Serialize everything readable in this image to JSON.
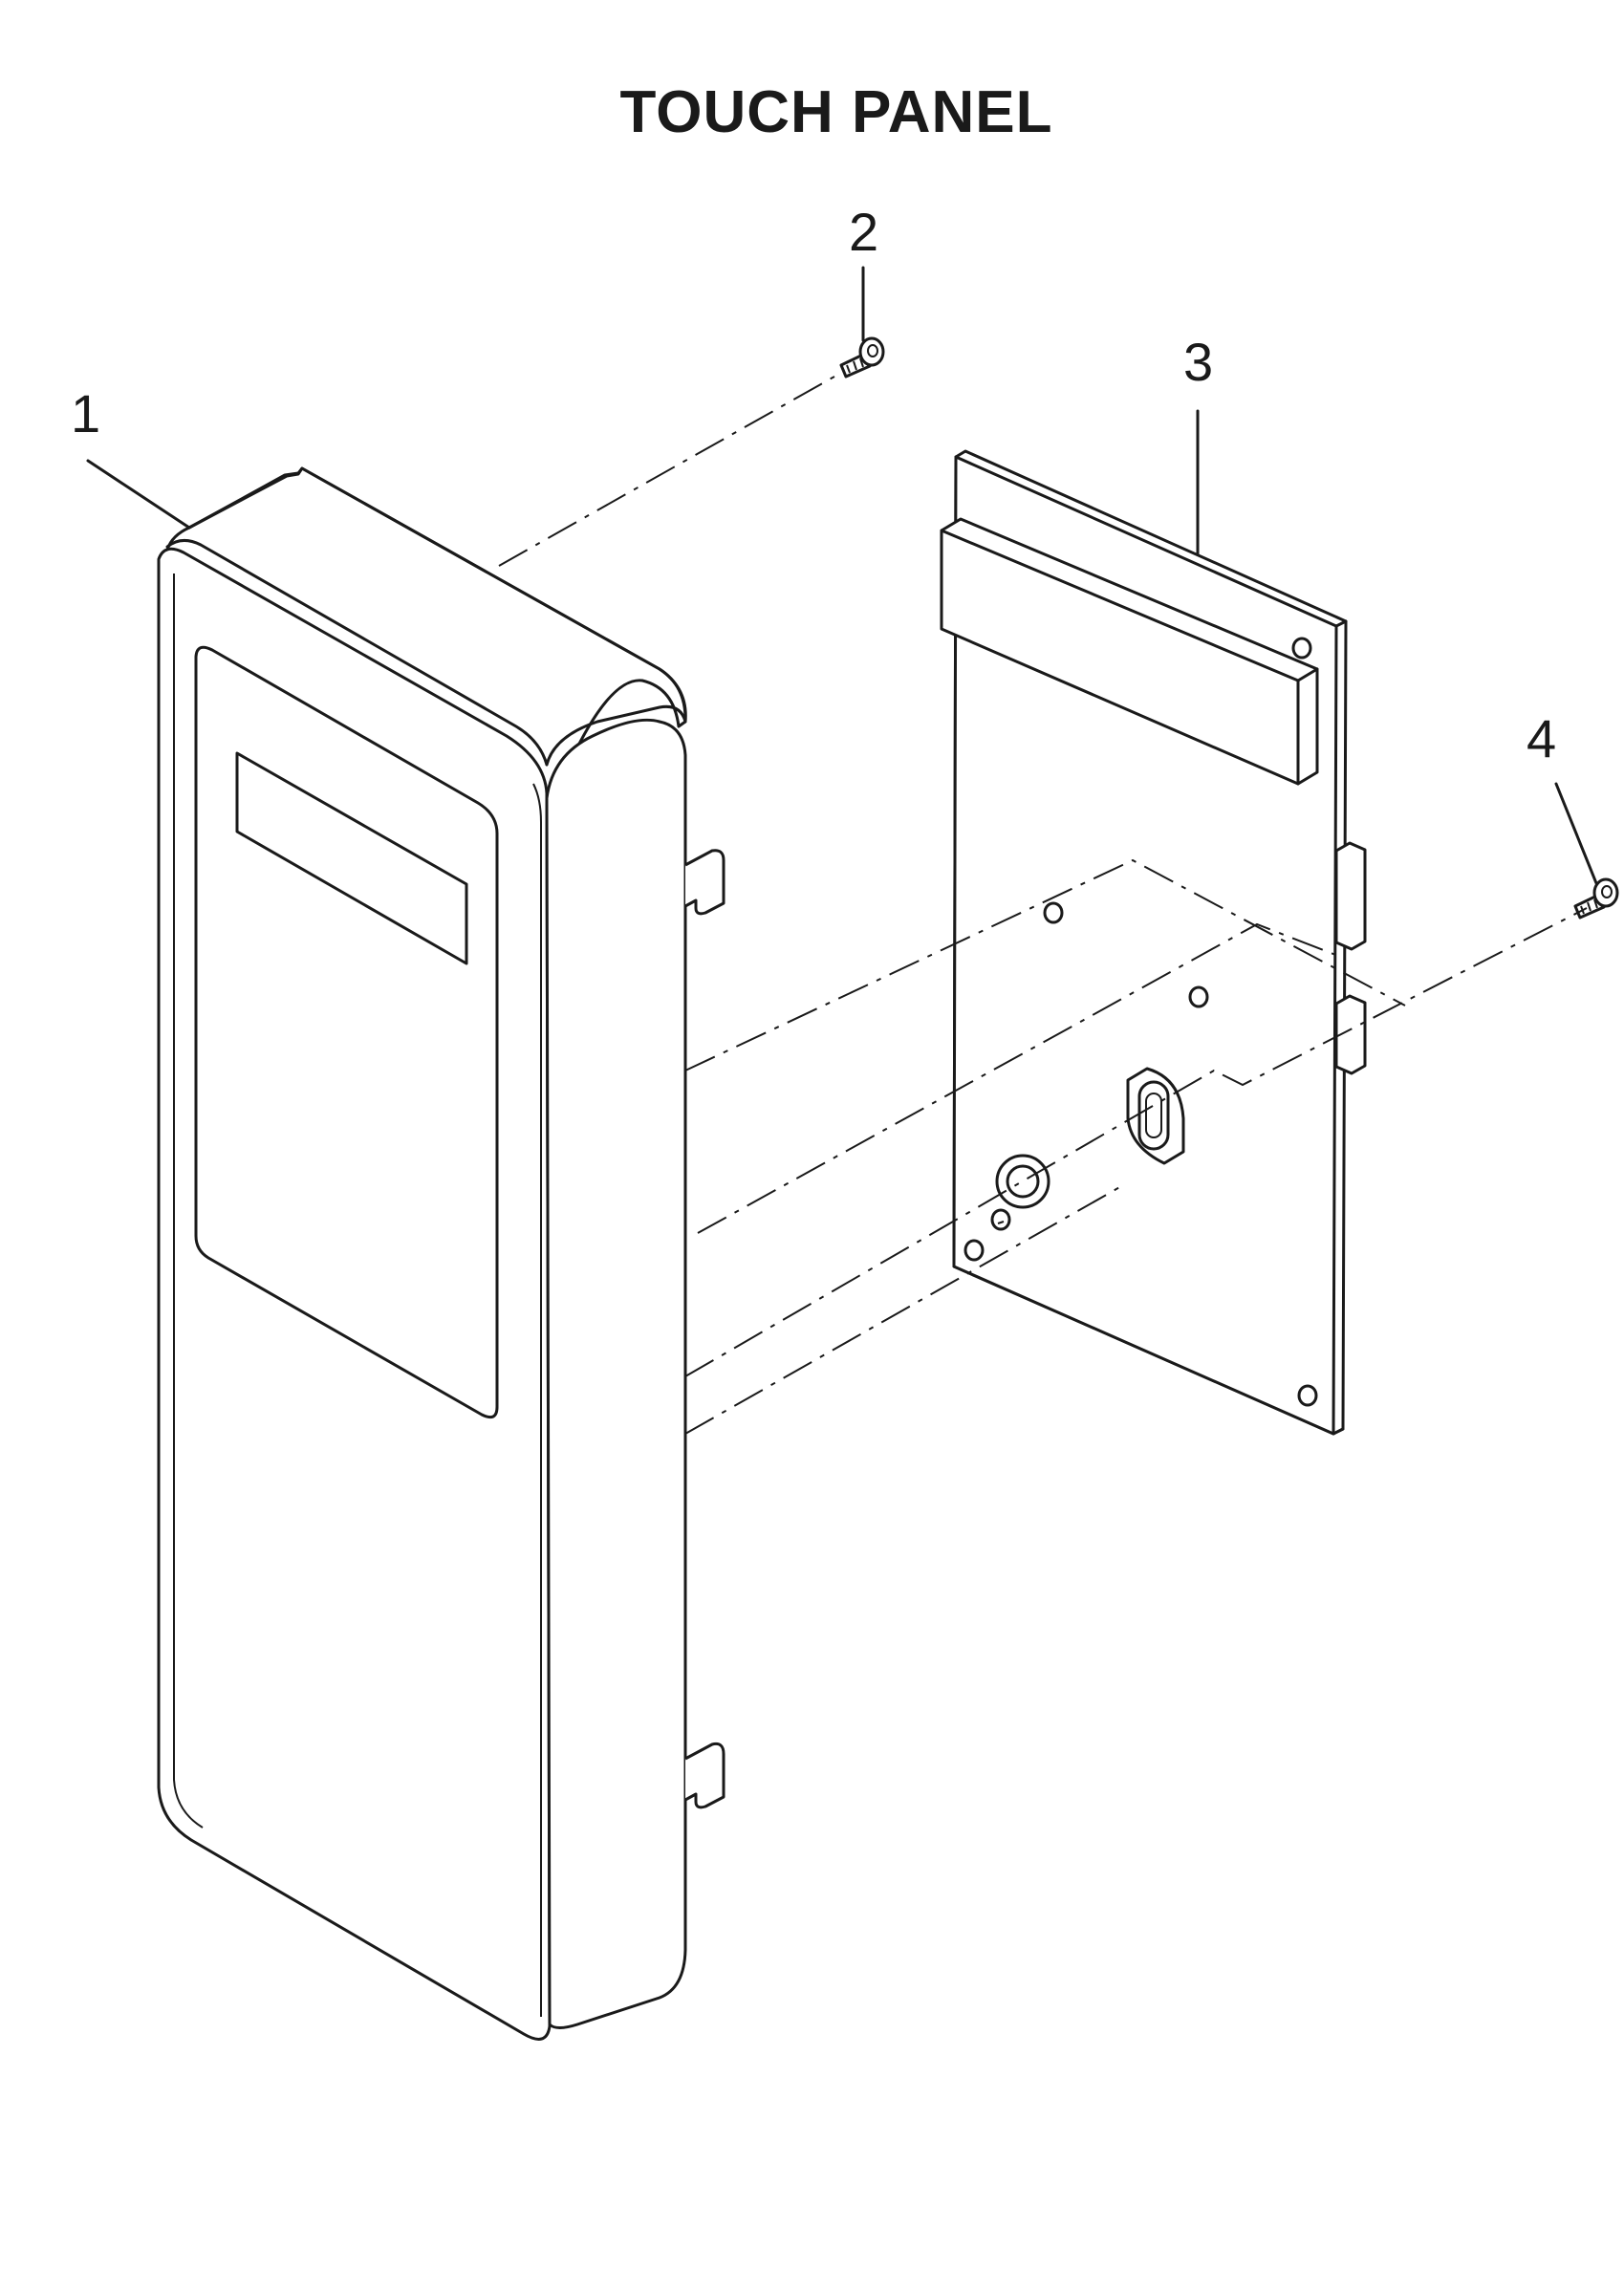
{
  "title": "TOUCH PANEL",
  "callouts": [
    {
      "number": "1",
      "part": "control-panel-frame"
    },
    {
      "number": "2",
      "part": "screw"
    },
    {
      "number": "3",
      "part": "circuit-board"
    },
    {
      "number": "4",
      "part": "screw"
    }
  ]
}
